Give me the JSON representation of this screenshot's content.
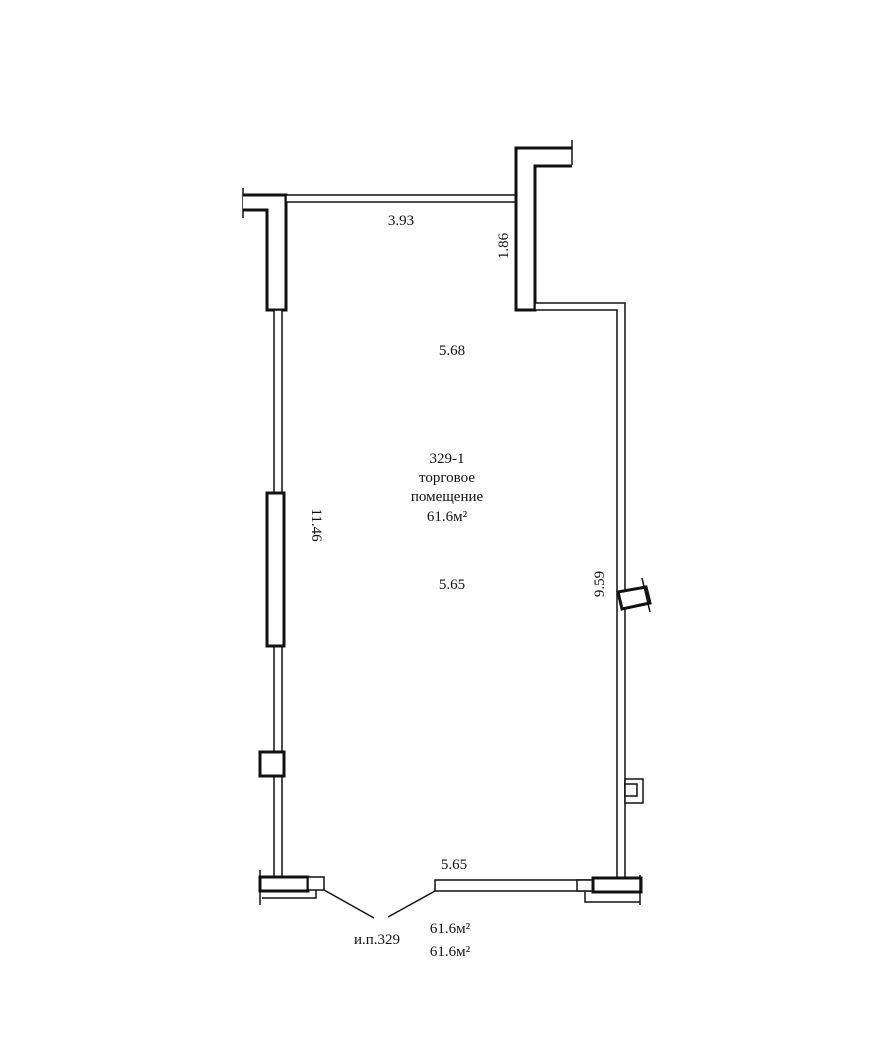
{
  "room": {
    "id": "329-1",
    "type": "торговое",
    "type_line2": "помещение",
    "area": "61.6м²"
  },
  "dimensions": {
    "top_wall": "3.93",
    "notch_depth": "1.86",
    "upper_width": "5.68",
    "left_wall": "11.46",
    "mid_width": "5.65",
    "right_wall": "9.59",
    "bottom_wall": "5.65"
  },
  "footer": {
    "entrance_label": "и.п.329",
    "area_total_1": "61.6м²",
    "area_total_2": "61.6м²"
  },
  "colors": {
    "line": "#111111",
    "background": "#ffffff"
  }
}
